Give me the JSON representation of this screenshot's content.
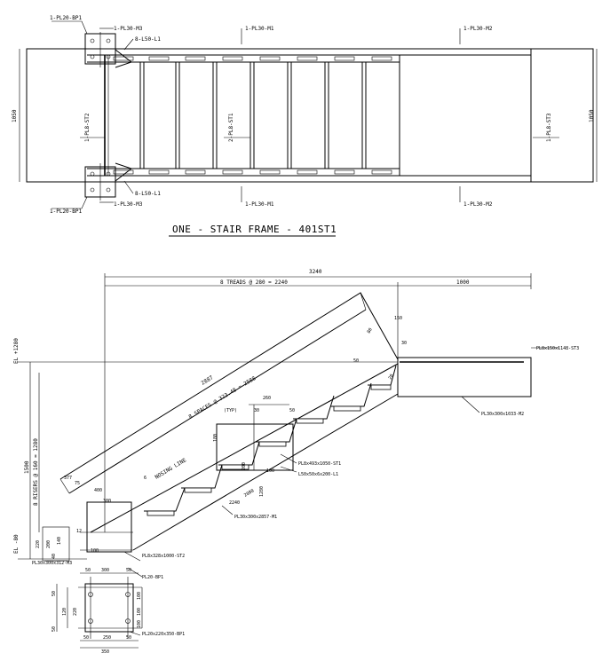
{
  "plan": {
    "title": "ONE -   STAIR FRAME - 401ST1",
    "labels": {
      "bp1_top": "1-PL20-BP1",
      "m3_top": "1-PL30-M3",
      "l1_top": "8-L50-L1",
      "m1_top": "1-PL30-M1",
      "m2_top": "1-PL30-M2",
      "st2": "1-PL8-ST2",
      "st1": "2-PL8-ST1",
      "st3": "1-PL8-ST3",
      "bp1_bot": "1-PL20-BP1",
      "m3_bot": "1-PL30-M3",
      "l1_bot": "8-L50-L1",
      "m1_bot": "1-PL30-M1",
      "m2_bot": "1-PL30-M2"
    },
    "dims": {
      "left_width": "1050",
      "right_width": "1050"
    }
  },
  "elevation": {
    "dims": {
      "overall": "3240",
      "treads": "8 TREADS @ 280 = 2240",
      "landing": "1000",
      "spaces": "8 SPACES @ 323.48 = 2588",
      "sloped": "2887",
      "risers": "8 RISERS @ 160 = 1280",
      "height": "1500",
      "el_top": "EL +1280",
      "el_bot": "EL -80",
      "base_a": "220",
      "base_b": "200",
      "base_c": "140",
      "base_d": "40",
      "plate_w": "300",
      "plate_h": "400",
      "d_12": "12",
      "d_377": "377",
      "d_ul": "75",
      "d_100a": "100",
      "d_tf": "(TYP)",
      "d_260": "260",
      "d_30a": "30",
      "d_50a": "50",
      "d_180": "180",
      "d_80": "80",
      "d_150": "150",
      "d_30b": "30",
      "d_50b": "50",
      "d_20": "20",
      "d_200": "200",
      "d_100b": "100",
      "d_2080": "2080",
      "d_2240": "2240",
      "d_1280": "1280",
      "d_6": "6",
      "nosing": "NOSING LINE"
    },
    "labels": {
      "st3": "PL8x150x1148-ST3",
      "m2": "PL30x300x1033-M2",
      "st1": "PL8x493x1050-ST1",
      "l1": "L50x50x6x200-L1",
      "m1": "PL30x300x2857-M1",
      "m3": "PL30x300x312-M3",
      "st2": "PL8x328x1000-ST2",
      "bp1": "PL20-BP1"
    }
  },
  "baseplate": {
    "dims": {
      "top_w": "300",
      "top_l": "50",
      "top_r": "50",
      "bot_l": "50",
      "bot_r": "50",
      "bot_mid": "250",
      "bot_total": "350",
      "side_50a": "50",
      "side_50b": "50",
      "side_120": "120",
      "side_220": "220",
      "side_100a": "100",
      "side_100b": "100",
      "side_100c": "100"
    },
    "label": "PL20x220x350-BP1"
  }
}
